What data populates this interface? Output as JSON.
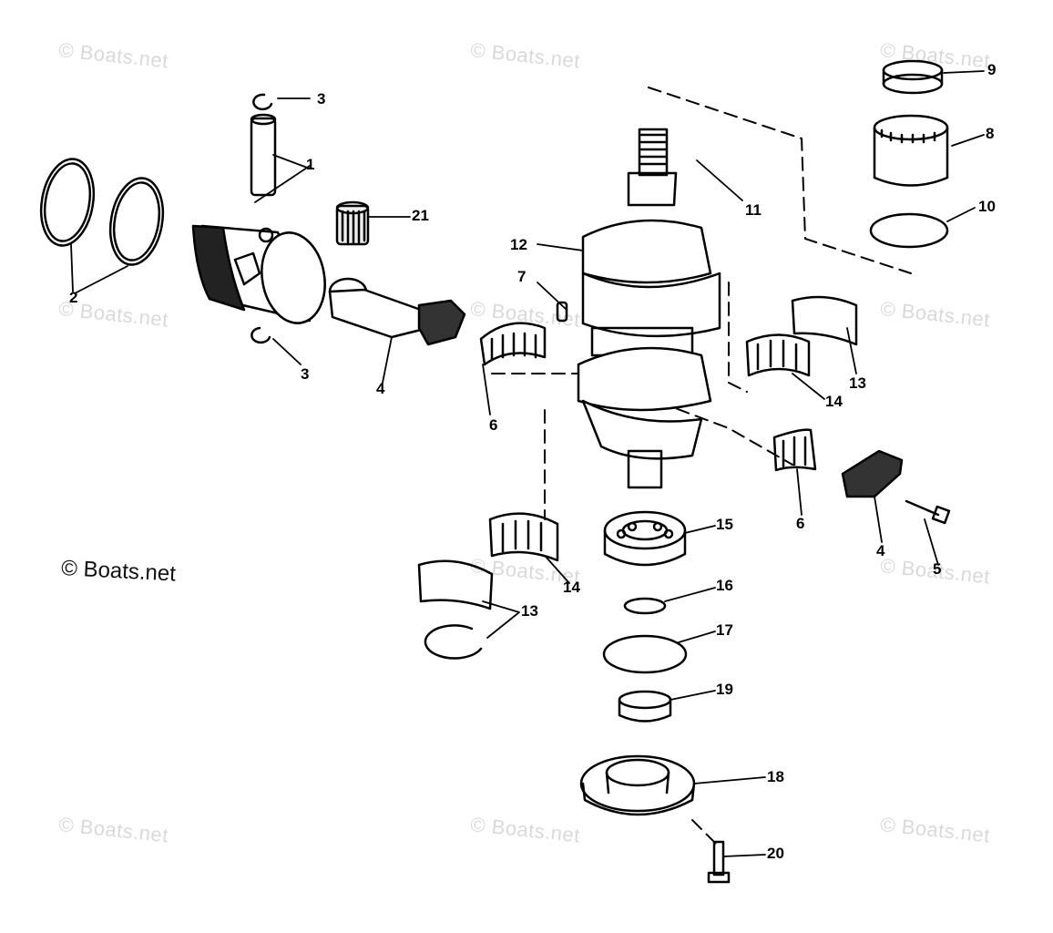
{
  "watermark": {
    "text": "© Boats.net"
  },
  "main_credit": "© Boats.net",
  "callouts": {
    "c1": "1",
    "c2": "2",
    "c3a": "3",
    "c3b": "3",
    "c4a": "4",
    "c4b": "4",
    "c5": "5",
    "c6a": "6",
    "c6b": "6",
    "c7": "7",
    "c8": "8",
    "c9": "9",
    "c10": "10",
    "c11": "11",
    "c12": "12",
    "c13a": "13",
    "c13b": "13",
    "c14a": "14",
    "c14b": "14",
    "c15": "15",
    "c16": "16",
    "c17": "17",
    "c18": "18",
    "c19": "19",
    "c20": "20",
    "c21": "21"
  },
  "colors": {
    "line": "#000000",
    "watermark": "#d9d9d9"
  }
}
